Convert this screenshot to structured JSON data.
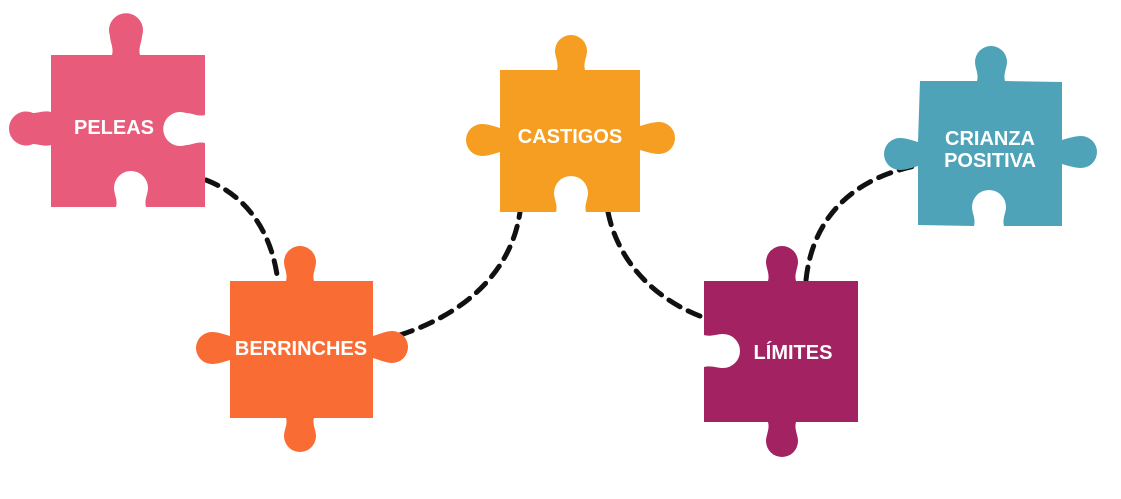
{
  "diagram": {
    "type": "puzzle-flow",
    "pieces": [
      {
        "id": "peleas",
        "lines": [
          "PELEAS"
        ],
        "color": "#E85B7B"
      },
      {
        "id": "berrinches",
        "lines": [
          "BERRINCHES"
        ],
        "color": "#F96C33"
      },
      {
        "id": "castigos",
        "lines": [
          "CASTIGOS"
        ],
        "color": "#F59E22"
      },
      {
        "id": "limites",
        "lines": [
          "LÍMITES"
        ],
        "color": "#A32362"
      },
      {
        "id": "crianza-positiva",
        "lines": [
          "CRIANZA",
          "POSITIVA"
        ],
        "color": "#4FA3B8"
      }
    ],
    "connections": [
      {
        "from": "peleas",
        "to": "berrinches"
      },
      {
        "from": "berrinches",
        "to": "castigos"
      },
      {
        "from": "castigos",
        "to": "limites"
      },
      {
        "from": "limites",
        "to": "crianza-positiva"
      }
    ],
    "connector_color": "#111111",
    "connector_style": "dashed"
  }
}
